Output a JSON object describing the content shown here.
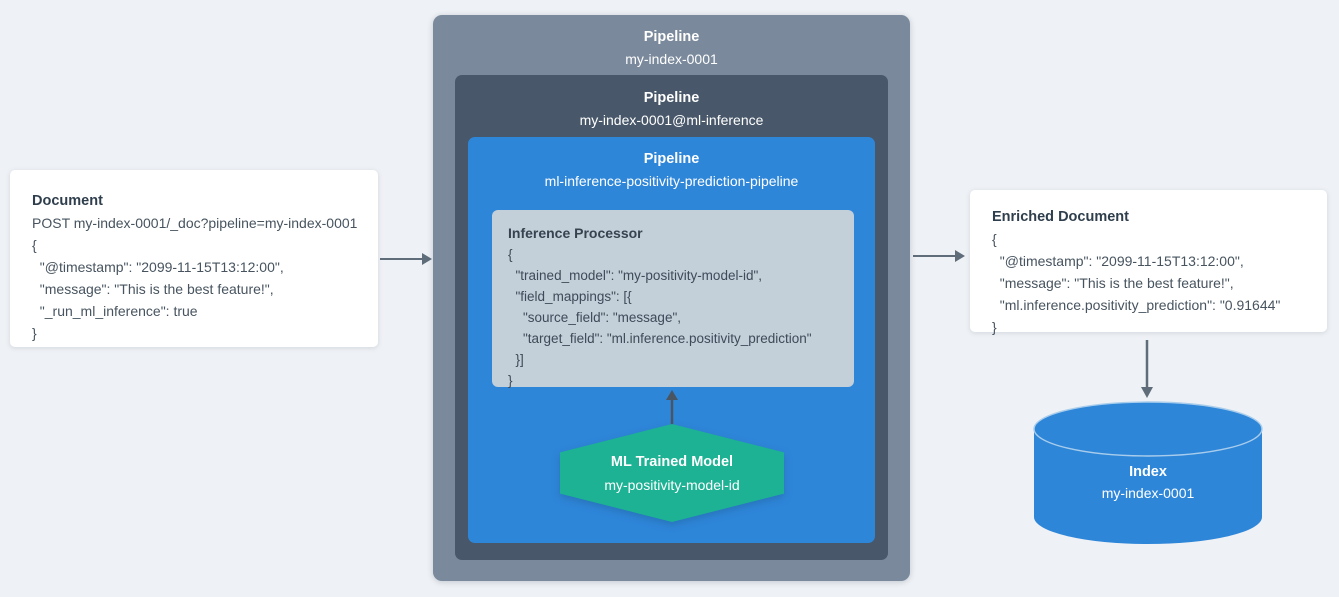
{
  "document_card": {
    "title": "Document",
    "code": "POST my-index-0001/_doc?pipeline=my-index-0001\n{\n  \"@timestamp\": \"2099-11-15T13:12:00\",\n  \"message\": \"This is the best feature!\",\n  \"_run_ml_inference\": true\n}"
  },
  "outer_pipeline": {
    "title": "Pipeline",
    "name": "my-index-0001"
  },
  "inference_pipeline": {
    "title": "Pipeline",
    "name": "my-index-0001@ml-inference"
  },
  "prediction_pipeline": {
    "title": "Pipeline",
    "name": "ml-inference-positivity-prediction-pipeline"
  },
  "inference_processor": {
    "title": "Inference Processor",
    "code": "{\n  \"trained_model\": \"my-positivity-model-id\",\n  \"field_mappings\": [{\n    \"source_field\": \"message\",\n    \"target_field\": \"ml.inference.positivity_prediction\"\n  }]\n}"
  },
  "ml_model": {
    "title": "ML Trained Model",
    "name": "my-positivity-model-id"
  },
  "enriched_card": {
    "title": "Enriched Document",
    "code": "{\n  \"@timestamp\": \"2099-11-15T13:12:00\",\n  \"message\": \"This is the best feature!\",\n  \"ml.inference.positivity_prediction\": \"0.91644\"\n}"
  },
  "index_cylinder": {
    "title": "Index",
    "name": "my-index-0001"
  },
  "colors": {
    "background": "#eef1f5",
    "outer_box": "#7a8a9c",
    "dark_box": "#48586a",
    "blue_box": "#2e86d9",
    "processor_box": "#c3cfd9",
    "hexagon": "#1db294",
    "arrow": "#5f6d7b"
  }
}
